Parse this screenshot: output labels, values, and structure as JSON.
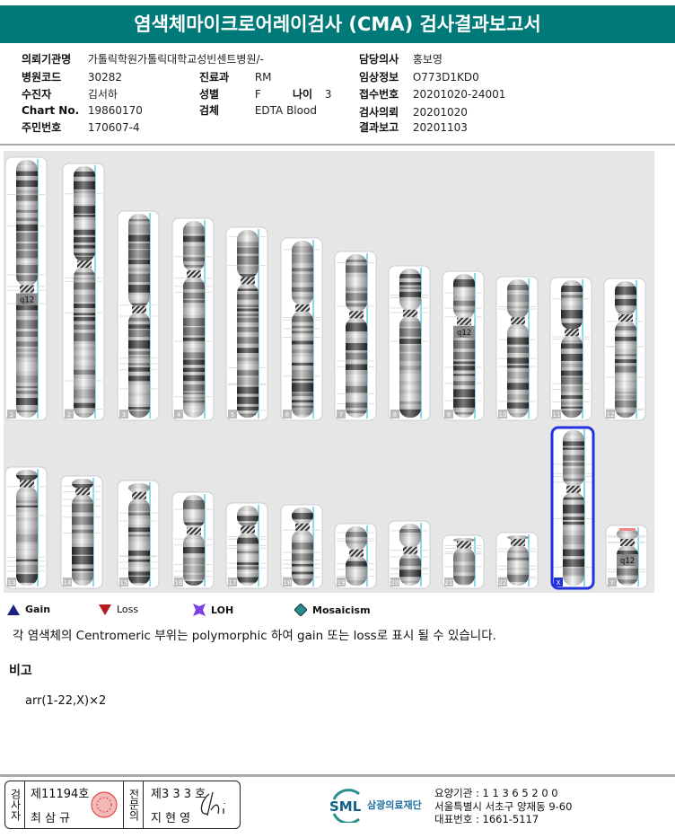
{
  "title": "염색체마이크로어레이검사 (CMA) 검사결과보고서",
  "info": {
    "institution": {
      "label": "의뢰기관명",
      "value": "가톨릭학원가톨릭대학교성빈센트병원/-"
    },
    "hospital_code": {
      "label": "병원코드",
      "value": "30282"
    },
    "patient": {
      "label": "수진자",
      "value": "김서하"
    },
    "chart_no": {
      "label": "Chart No.",
      "value": "19860170"
    },
    "resident_no": {
      "label": "주민번호",
      "value": "170607-4"
    },
    "department": {
      "label": "진료과",
      "value": "RM"
    },
    "sex": {
      "label": "성별",
      "value": "F"
    },
    "age": {
      "label": "나이",
      "value": "3"
    },
    "specimen": {
      "label": "검체",
      "value": "EDTA Blood"
    },
    "doctor": {
      "label": "담당의사",
      "value": "홍보영"
    },
    "clinical_info": {
      "label": "임상정보",
      "value": "O773D1KD0"
    },
    "receipt_no": {
      "label": "접수번호",
      "value": "20201020-24001"
    },
    "test_request": {
      "label": "검사의뢰",
      "value": "20201020"
    },
    "result_report": {
      "label": "결과보고",
      "value": "20201103"
    }
  },
  "karyogram": {
    "chromosomes": [
      "1",
      "2",
      "3",
      "4",
      "5",
      "6",
      "7",
      "8",
      "9",
      "10",
      "11",
      "12",
      "13",
      "14",
      "15",
      "16",
      "17",
      "18",
      "19",
      "20",
      "21",
      "22",
      "X",
      "Y"
    ],
    "band_label": "q12",
    "selected": "X",
    "selected_color": "#2233dd"
  },
  "legend": [
    {
      "label": "Gain",
      "icon": "triangle-up",
      "color": "#1a237e"
    },
    {
      "label": "Loss",
      "icon": "triangle-down",
      "color": "#b71c1c"
    },
    {
      "label": "LOH",
      "icon": "loh-star",
      "color": "#7b3fe4"
    },
    {
      "label": "Mosaicism",
      "icon": "diamond",
      "color": "#2a8f8a"
    }
  ],
  "note": "각 염색체의 Centromeric 부위는 polymorphic 하여 gain 또는 loss로 표시 될 수 있습니다.",
  "remarks": {
    "heading": "비고",
    "text": "arr(1-22,X)×2"
  },
  "footer": {
    "examiner_label": "검사자",
    "examiner_no": "제11194호",
    "examiner_name": "최 삼 규",
    "specialist_label": "전문의",
    "specialist_no": "제3 3 3 호",
    "specialist_name": "지 현 영",
    "org_logo": "SML",
    "org_name": "삼광의료재단",
    "care_institution": "요양기관 : 1 1 3 6 5 2 0 0",
    "address": "서울특별시 서초구 양재동 9-60",
    "phone": "대표번호 : 1661-5117"
  }
}
